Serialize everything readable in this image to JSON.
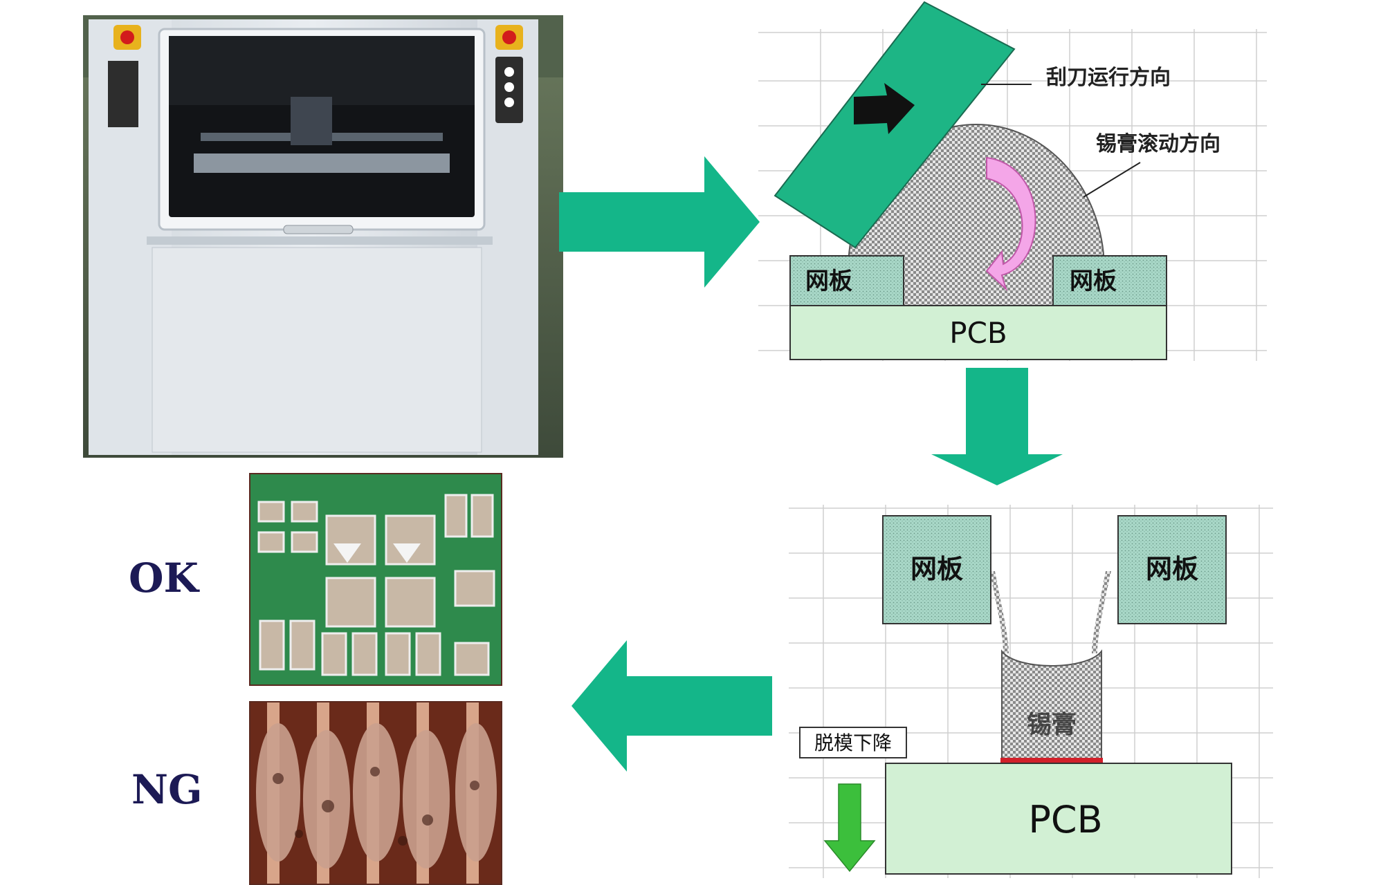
{
  "diagram": {
    "top": {
      "squeegee_label": "刮刀运行方向",
      "paste_roll_label": "锡膏滚动方向",
      "stencil_left": "网板",
      "stencil_right": "网板",
      "pcb": "PCB"
    },
    "bottom": {
      "stencil_left": "网板",
      "stencil_right": "网板",
      "paste": "锡膏",
      "demold_label": "脱模下降",
      "pcb": "PCB"
    },
    "results": {
      "ok": "OK",
      "ng": "NG"
    }
  },
  "colors": {
    "arrow_teal": "#14b689",
    "squeegee": "#1db585",
    "stencil": "#a9d8c8",
    "pcb": "#d2f0d4",
    "paste": "#cfcfcf",
    "roll_arrow": "#f4a6e8",
    "demold_arrow": "#3cbf3c",
    "paste_edge": "#d2202a",
    "verdict_text": "#1c1a55"
  },
  "icons": [
    "black-arrow-icon",
    "roll-arrow-icon",
    "down-arrow-icon"
  ]
}
